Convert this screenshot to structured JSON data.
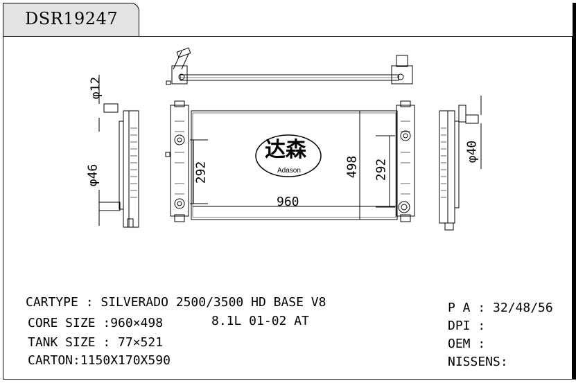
{
  "part_number": "DSR19247",
  "logo": {
    "chinese": "达森",
    "latin": "Adason"
  },
  "dimensions": {
    "core_width": "960",
    "core_height": "498",
    "tank_left": "292",
    "tank_right": "292",
    "pipe_top": "φ12",
    "pipe_left": "φ46",
    "pipe_right": "φ40"
  },
  "specs": {
    "cartype": "CARTYPE : SILVERADO 2500/3500 HD BASE V8",
    "engine": "8.1L 01-02  AT",
    "core_size": "CORE SIZE :960×498",
    "tank_size": "TANK SIZE : 77×521",
    "carton": "CARTON:1150X170X590"
  },
  "refs": {
    "pa": "P A : 32/48/56",
    "dpi": "DPI :",
    "oem": "OEM :",
    "nissens": "NISSENS:"
  }
}
